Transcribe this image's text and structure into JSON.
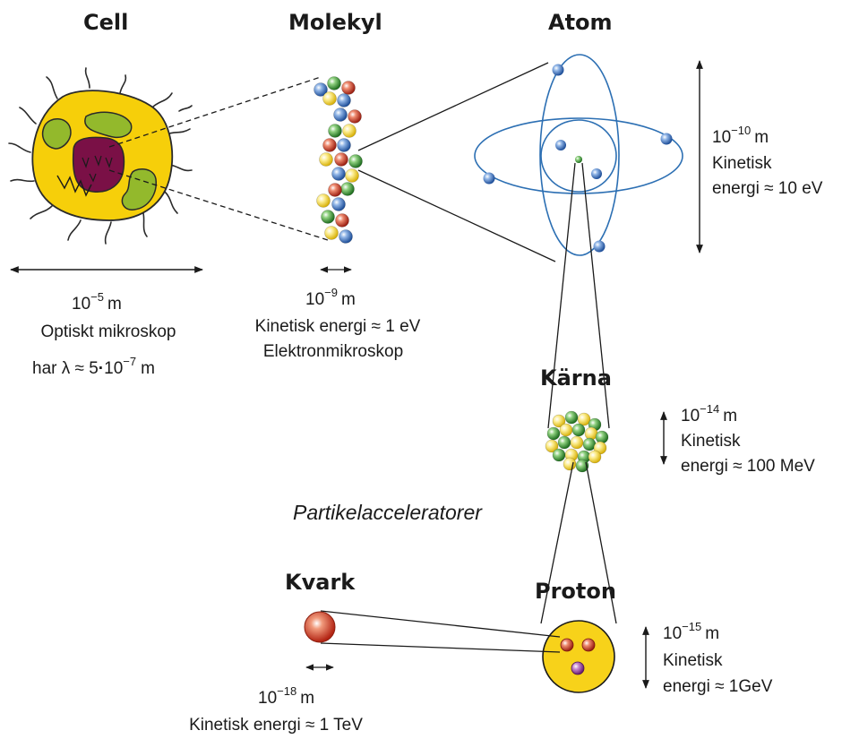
{
  "colors": {
    "cell_body": "#f6cf0a",
    "cell_outline": "#2a2a2a",
    "organelle": "#93b92c",
    "nucleus": "#7a1046",
    "orbit": "#2c6fb3",
    "electron": "#3b77c0",
    "nucleon_green": "#3f9c3a",
    "nucleon_yellow": "#f3d93b",
    "nucleon_red": "#c93a2b",
    "nucleon_blue": "#3c6fb8",
    "proton_fill": "#f7d21a",
    "quark_red": "#d63c24",
    "quark_purple": "#9a3c9f"
  },
  "labels": {
    "cell": {
      "title": "Cell",
      "size_base": "10",
      "size_exp": "−5",
      "size_unit": "m",
      "line1": "Optiskt mikroskop",
      "line2_prefix": "har  λ ≈ 5",
      "line2_dot": "·",
      "line2_base": "10",
      "line2_exp": "−7",
      "line2_unit": "m"
    },
    "molecule": {
      "title": "Molekyl",
      "size_base": "10",
      "size_exp": "−9",
      "size_unit": "m",
      "line1": "Kinetisk energi ≈ 1 eV",
      "line2": "Elektronmikroskop"
    },
    "atom": {
      "title": "Atom",
      "size_base": "10",
      "size_exp": "−10",
      "size_unit": "m",
      "line1": "Kinetisk",
      "line2": "energi ≈ 10 eV"
    },
    "nucleus": {
      "title": "Kärna",
      "size_base": "10",
      "size_exp": "−14",
      "size_unit": "m",
      "line1": "Kinetisk",
      "line2": "energi ≈ 100 MeV"
    },
    "accelerators": "Partikelacceleratorer",
    "proton": {
      "title": "Proton",
      "size_base": "10",
      "size_exp": "−15",
      "size_unit": "m",
      "line1": "Kinetisk",
      "line2": "energi ≈ 1GeV"
    },
    "quark": {
      "title": "Kvark",
      "size_base": "10",
      "size_exp": "−18",
      "size_unit": "m",
      "line1": "Kinetisk energi ≈ 1 TeV"
    }
  }
}
